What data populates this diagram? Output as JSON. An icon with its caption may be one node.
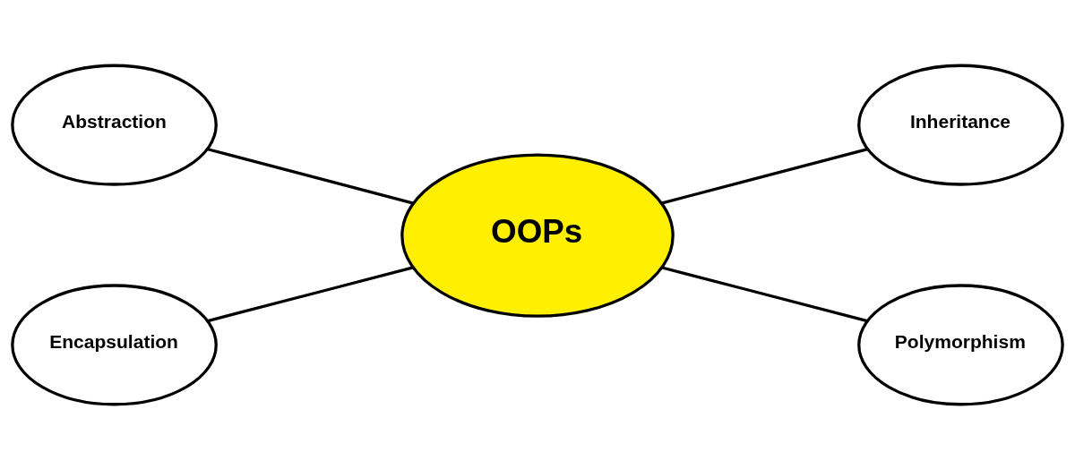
{
  "diagram": {
    "nodes": [
      {
        "text": [
          "Abstraction"
        ]
      },
      {
        "text": [
          "Inheritance"
        ]
      },
      {
        "text": [
          "OOPs"
        ]
      },
      {
        "text": [
          "Polymorphism"
        ]
      },
      {
        "text": [
          "Encapsulation"
        ]
      }
    ],
    "edges": [
      {
        "from": 0,
        "to": 2,
        "arrow": "none"
      },
      {
        "from": 2,
        "to": 1,
        "arrow": "none"
      },
      {
        "from": 2,
        "to": 3,
        "arrow": "none"
      },
      {
        "from": 4,
        "to": 2,
        "arrow": "none"
      }
    ]
  }
}
